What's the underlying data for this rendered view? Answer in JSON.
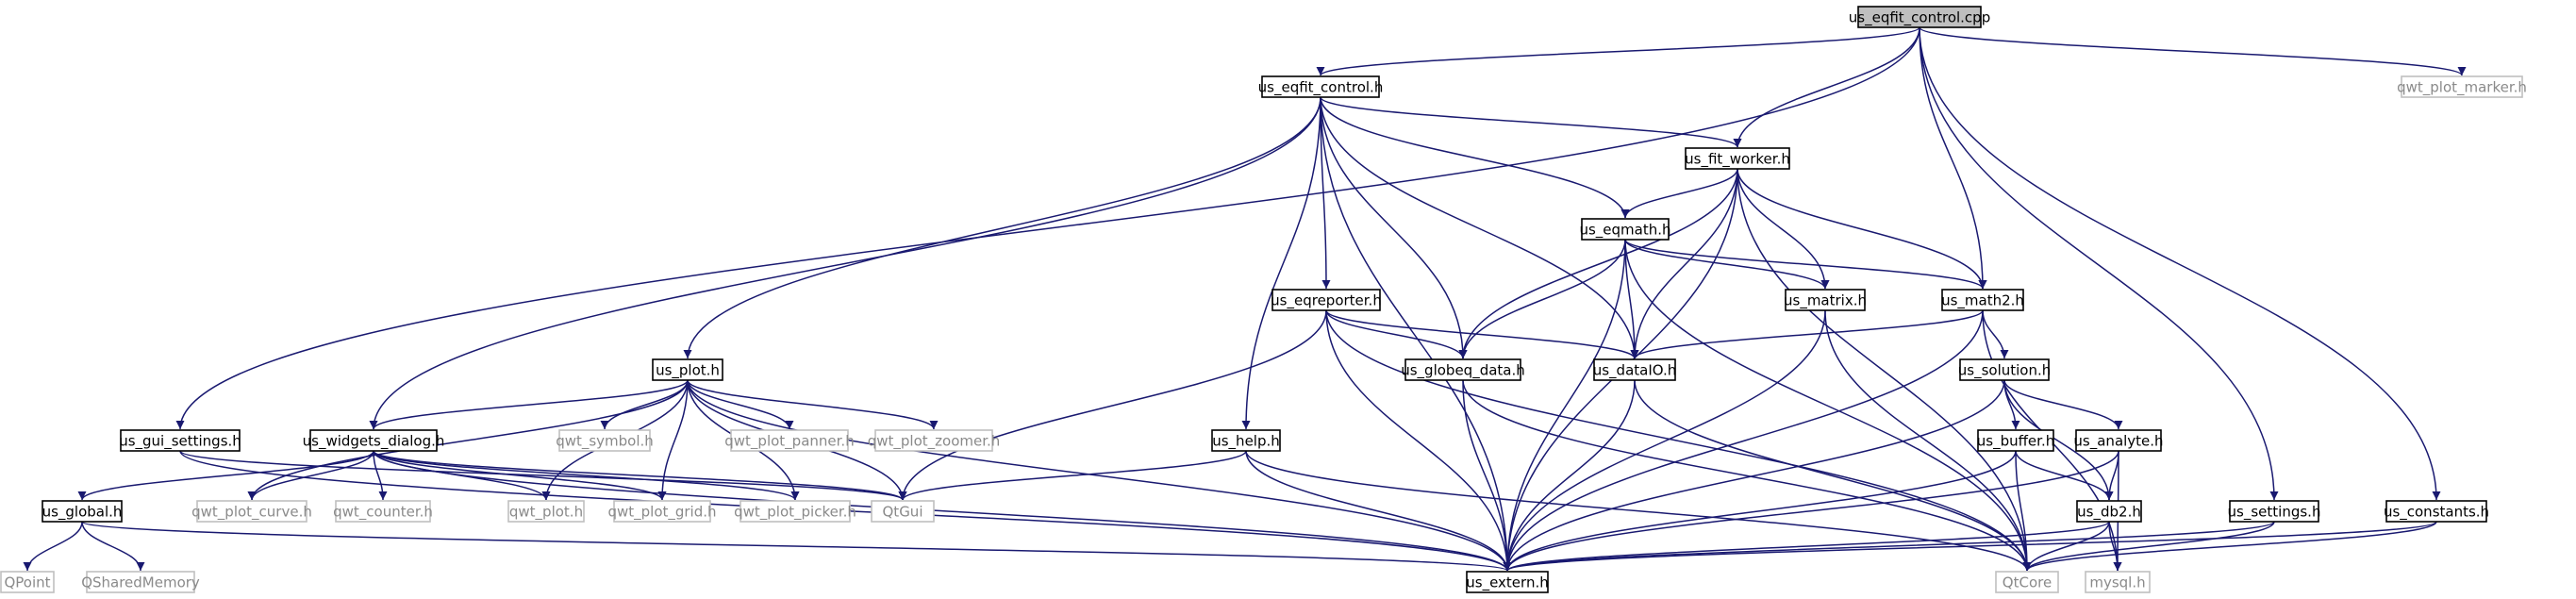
{
  "colors": {
    "edge": "#191970",
    "node_border": "#000000",
    "node_border_external": "#bfbfbf",
    "node_text": "#000000",
    "node_text_external": "#8a8a8a",
    "root_fill": "#bfbfbf",
    "background": "#ffffff"
  },
  "nodes": [
    {
      "id": "n_root",
      "label": "us_eqfit_control.cpp",
      "kind": "root"
    },
    {
      "id": "n_eqfith",
      "label": "us_eqfit_control.h",
      "kind": "file"
    },
    {
      "id": "n_qmarker",
      "label": "qwt_plot_marker.h",
      "kind": "external"
    },
    {
      "id": "n_fitworker",
      "label": "us_fit_worker.h",
      "kind": "file"
    },
    {
      "id": "n_eqmath",
      "label": "us_eqmath.h",
      "kind": "file"
    },
    {
      "id": "n_matrix",
      "label": "us_matrix.h",
      "kind": "file"
    },
    {
      "id": "n_math2",
      "label": "us_math2.h",
      "kind": "file"
    },
    {
      "id": "n_eqreporter",
      "label": "us_eqreporter.h",
      "kind": "file"
    },
    {
      "id": "n_globeq",
      "label": "us_globeq_data.h",
      "kind": "file"
    },
    {
      "id": "n_dataio",
      "label": "us_dataIO.h",
      "kind": "file"
    },
    {
      "id": "n_solution",
      "label": "us_solution.h",
      "kind": "file"
    },
    {
      "id": "n_plot",
      "label": "us_plot.h",
      "kind": "file"
    },
    {
      "id": "n_guiset",
      "label": "us_gui_settings.h",
      "kind": "file"
    },
    {
      "id": "n_widgets",
      "label": "us_widgets_dialog.h",
      "kind": "file"
    },
    {
      "id": "n_qsymbol",
      "label": "qwt_symbol.h",
      "kind": "external"
    },
    {
      "id": "n_qpanner",
      "label": "qwt_plot_panner.h",
      "kind": "external"
    },
    {
      "id": "n_qzoomer",
      "label": "qwt_plot_zoomer.h",
      "kind": "external"
    },
    {
      "id": "n_help",
      "label": "us_help.h",
      "kind": "file"
    },
    {
      "id": "n_buffer",
      "label": "us_buffer.h",
      "kind": "file"
    },
    {
      "id": "n_analyte",
      "label": "us_analyte.h",
      "kind": "file"
    },
    {
      "id": "n_global",
      "label": "us_global.h",
      "kind": "file"
    },
    {
      "id": "n_qcurve",
      "label": "qwt_plot_curve.h",
      "kind": "external"
    },
    {
      "id": "n_qcounter",
      "label": "qwt_counter.h",
      "kind": "external"
    },
    {
      "id": "n_qplot",
      "label": "qwt_plot.h",
      "kind": "external"
    },
    {
      "id": "n_qgrid",
      "label": "qwt_plot_grid.h",
      "kind": "external"
    },
    {
      "id": "n_qpicker",
      "label": "qwt_plot_picker.h",
      "kind": "external"
    },
    {
      "id": "n_qtgui",
      "label": "QtGui",
      "kind": "external"
    },
    {
      "id": "n_db2",
      "label": "us_db2.h",
      "kind": "file"
    },
    {
      "id": "n_settings",
      "label": "us_settings.h",
      "kind": "file"
    },
    {
      "id": "n_constants",
      "label": "us_constants.h",
      "kind": "file"
    },
    {
      "id": "n_qpoint",
      "label": "QPoint",
      "kind": "external"
    },
    {
      "id": "n_qshm",
      "label": "QSharedMemory",
      "kind": "external"
    },
    {
      "id": "n_extern",
      "label": "us_extern.h",
      "kind": "file"
    },
    {
      "id": "n_qtcore",
      "label": "QtCore",
      "kind": "external"
    },
    {
      "id": "n_mysql",
      "label": "mysql.h",
      "kind": "external"
    }
  ],
  "edges": [
    [
      "n_root",
      "n_eqfith"
    ],
    [
      "n_root",
      "n_qmarker"
    ],
    [
      "n_root",
      "n_fitworker"
    ],
    [
      "n_root",
      "n_math2"
    ],
    [
      "n_root",
      "n_guiset"
    ],
    [
      "n_root",
      "n_settings"
    ],
    [
      "n_root",
      "n_constants"
    ],
    [
      "n_eqfith",
      "n_fitworker"
    ],
    [
      "n_eqfith",
      "n_eqmath"
    ],
    [
      "n_eqfith",
      "n_eqreporter"
    ],
    [
      "n_eqfith",
      "n_globeq"
    ],
    [
      "n_eqfith",
      "n_dataio"
    ],
    [
      "n_eqfith",
      "n_plot"
    ],
    [
      "n_eqfith",
      "n_widgets"
    ],
    [
      "n_eqfith",
      "n_help"
    ],
    [
      "n_eqfith",
      "n_extern"
    ],
    [
      "n_fitworker",
      "n_eqmath"
    ],
    [
      "n_fitworker",
      "n_matrix"
    ],
    [
      "n_fitworker",
      "n_math2"
    ],
    [
      "n_fitworker",
      "n_globeq"
    ],
    [
      "n_fitworker",
      "n_dataio"
    ],
    [
      "n_fitworker",
      "n_extern"
    ],
    [
      "n_fitworker",
      "n_qtcore"
    ],
    [
      "n_eqmath",
      "n_matrix"
    ],
    [
      "n_eqmath",
      "n_math2"
    ],
    [
      "n_eqmath",
      "n_globeq"
    ],
    [
      "n_eqmath",
      "n_dataio"
    ],
    [
      "n_eqmath",
      "n_extern"
    ],
    [
      "n_eqmath",
      "n_qtcore"
    ],
    [
      "n_matrix",
      "n_extern"
    ],
    [
      "n_matrix",
      "n_qtcore"
    ],
    [
      "n_math2",
      "n_dataio"
    ],
    [
      "n_math2",
      "n_solution"
    ],
    [
      "n_math2",
      "n_extern"
    ],
    [
      "n_math2",
      "n_mysql"
    ],
    [
      "n_eqreporter",
      "n_globeq"
    ],
    [
      "n_eqreporter",
      "n_dataio"
    ],
    [
      "n_eqreporter",
      "n_qtgui"
    ],
    [
      "n_eqreporter",
      "n_extern"
    ],
    [
      "n_eqreporter",
      "n_qtcore"
    ],
    [
      "n_globeq",
      "n_extern"
    ],
    [
      "n_globeq",
      "n_qtcore"
    ],
    [
      "n_dataio",
      "n_extern"
    ],
    [
      "n_dataio",
      "n_qtcore"
    ],
    [
      "n_solution",
      "n_buffer"
    ],
    [
      "n_solution",
      "n_analyte"
    ],
    [
      "n_solution",
      "n_db2"
    ],
    [
      "n_solution",
      "n_extern"
    ],
    [
      "n_buffer",
      "n_db2"
    ],
    [
      "n_buffer",
      "n_extern"
    ],
    [
      "n_buffer",
      "n_qtcore"
    ],
    [
      "n_analyte",
      "n_db2"
    ],
    [
      "n_analyte",
      "n_extern"
    ],
    [
      "n_analyte",
      "n_mysql"
    ],
    [
      "n_db2",
      "n_extern"
    ],
    [
      "n_db2",
      "n_qtcore"
    ],
    [
      "n_db2",
      "n_mysql"
    ],
    [
      "n_settings",
      "n_extern"
    ],
    [
      "n_settings",
      "n_qtcore"
    ],
    [
      "n_constants",
      "n_extern"
    ],
    [
      "n_constants",
      "n_qtcore"
    ],
    [
      "n_plot",
      "n_widgets"
    ],
    [
      "n_plot",
      "n_qsymbol"
    ],
    [
      "n_plot",
      "n_qpanner"
    ],
    [
      "n_plot",
      "n_qzoomer"
    ],
    [
      "n_plot",
      "n_qcurve"
    ],
    [
      "n_plot",
      "n_qplot"
    ],
    [
      "n_plot",
      "n_qgrid"
    ],
    [
      "n_plot",
      "n_qpicker"
    ],
    [
      "n_plot",
      "n_qtgui"
    ],
    [
      "n_plot",
      "n_extern"
    ],
    [
      "n_guiset",
      "n_qtgui"
    ],
    [
      "n_guiset",
      "n_extern"
    ],
    [
      "n_widgets",
      "n_global"
    ],
    [
      "n_widgets",
      "n_qcurve"
    ],
    [
      "n_widgets",
      "n_qcounter"
    ],
    [
      "n_widgets",
      "n_qplot"
    ],
    [
      "n_widgets",
      "n_qgrid"
    ],
    [
      "n_widgets",
      "n_qpicker"
    ],
    [
      "n_widgets",
      "n_qtgui"
    ],
    [
      "n_widgets",
      "n_extern"
    ],
    [
      "n_help",
      "n_qtgui"
    ],
    [
      "n_help",
      "n_extern"
    ],
    [
      "n_help",
      "n_qtcore"
    ],
    [
      "n_global",
      "n_qpoint"
    ],
    [
      "n_global",
      "n_qshm"
    ],
    [
      "n_global",
      "n_extern"
    ]
  ]
}
